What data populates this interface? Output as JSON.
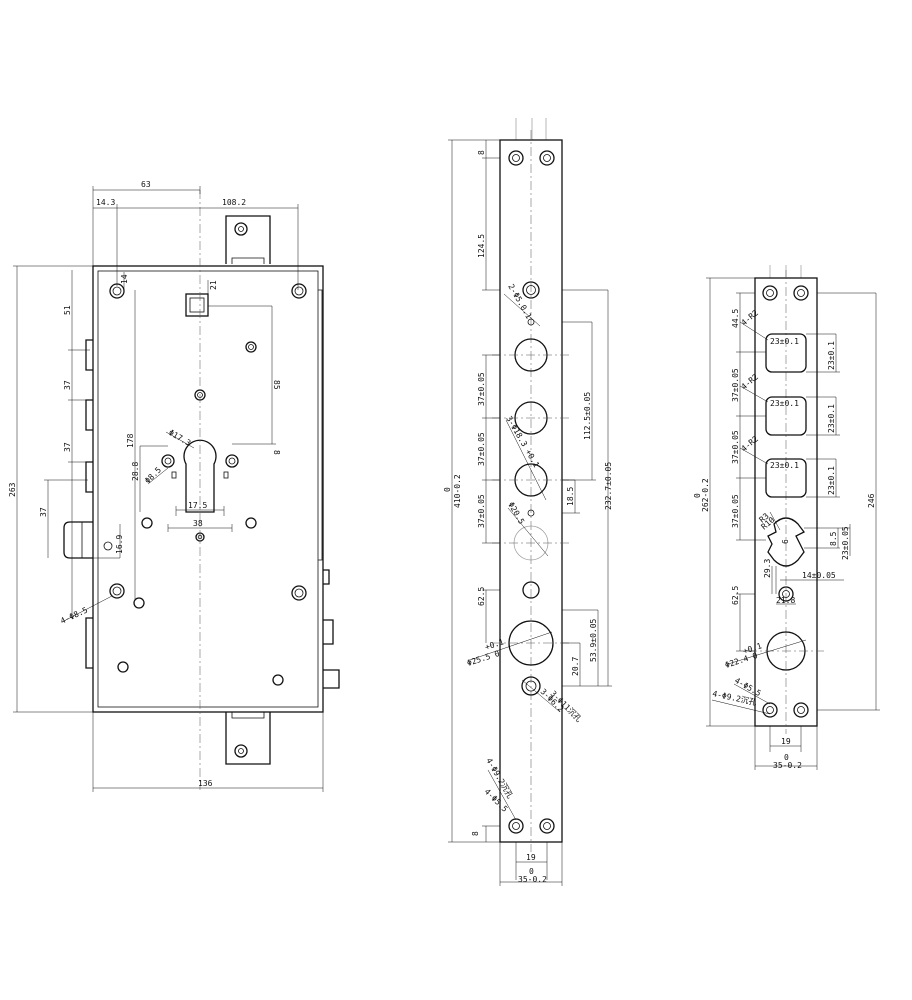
{
  "drawing": {
    "lock_body": {
      "dims": [
        "63",
        "14.3",
        "108.2",
        "14",
        "21",
        "51",
        "37",
        "37",
        "37",
        "85",
        "8",
        "178",
        "263",
        "Φ17.3",
        "28.8",
        "Φ8.5",
        "17.5",
        "38",
        "16.9",
        "4-Φ8.5",
        "136"
      ]
    },
    "strike_plate_long": {
      "dims": [
        "8",
        "124.5",
        "2-Φ5.0.1",
        "37±0.05",
        "37±0.05",
        "37±0.05",
        "3-Φ18.3 +0.1",
        "112.5±0.05",
        "0",
        "410-0.2",
        "18.5",
        "232.7±0.05",
        "Φ20.5",
        "62.5",
        "53.9±0.05",
        "+0.1",
        "Φ25.5 0",
        "20.7",
        "3-Φ11沉孔",
        "3-Φ6.2",
        "4-Φ9.2沉孔",
        "4-Φ5.5",
        "8",
        "19",
        "0",
        "35-0.2"
      ]
    },
    "strike_plate_short": {
      "dims": [
        "44.5",
        "4-R2",
        "23±0.1",
        "23±0.1",
        "37±0.05",
        "4-R2",
        "23±0.1",
        "23±0.1",
        "37±0.05",
        "4-R2",
        "23±0.1",
        "23±0.1",
        "0",
        "262-0.2",
        "37±0.05",
        "R10",
        "R3",
        "6",
        "8.5",
        "23±0.05",
        "246",
        "29.3",
        "14±0.05",
        "21.8",
        "62.5",
        "+0.1",
        "Φ22.4 0",
        "4-Φ5.5",
        "4-Φ9.2沉孔",
        "19",
        "0",
        "35-0.2"
      ]
    }
  }
}
